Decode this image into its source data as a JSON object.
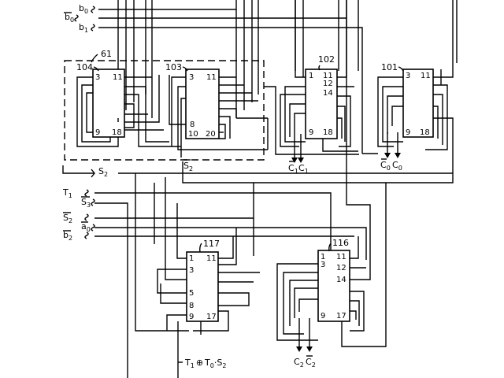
{
  "inputs": {
    "b0": {
      "letter": "b",
      "sub": "0"
    },
    "b0_bar": {
      "letter": "b",
      "sub": "0"
    },
    "b1": {
      "letter": "b",
      "sub": "1"
    },
    "t1": {
      "letter": "T",
      "sub": "1"
    },
    "s3_bar": {
      "letter": "S",
      "sub": "3"
    },
    "s2_bar": {
      "letter": "S",
      "sub": "2"
    },
    "a0_bar": {
      "letter": "a",
      "sub": "0"
    },
    "b2_bar": {
      "letter": "b",
      "sub": "2"
    }
  },
  "group": {
    "ref": "61"
  },
  "bus_labels": {
    "s2": {
      "letter": "S",
      "sub": "2"
    },
    "s2_bar": {
      "letter": "S",
      "sub": "2"
    }
  },
  "chips": {
    "c104": {
      "ref": "104",
      "pins": [
        "3",
        "11",
        "9",
        "18"
      ]
    },
    "c103": {
      "ref": "103",
      "pins": [
        "3",
        "11",
        "8",
        "10",
        "20"
      ]
    },
    "c102": {
      "ref": "102",
      "pins": [
        "1",
        "11",
        "12",
        "14",
        "9",
        "18"
      ]
    },
    "c101": {
      "ref": "101",
      "pins": [
        "3",
        "11",
        "9",
        "18"
      ]
    },
    "c117": {
      "ref": "117",
      "pins": [
        "1",
        "11",
        "3",
        "5",
        "8",
        "9",
        "17"
      ]
    },
    "c116": {
      "ref": "116",
      "pins": [
        "1",
        "11",
        "12",
        "3",
        "14",
        "9",
        "17"
      ]
    }
  },
  "outputs": {
    "c1_bar": {
      "letter": "C",
      "sub": "1"
    },
    "c1": {
      "letter": "C",
      "sub": "1"
    },
    "c0_bar": {
      "letter": "C",
      "sub": "0"
    },
    "c0": {
      "letter": "C",
      "sub": "0"
    },
    "c2": {
      "letter": "C",
      "sub": "2"
    },
    "c2_bar": {
      "letter": "C",
      "sub": "2"
    },
    "expr": {
      "t": "T",
      "t_sub": "1",
      "op": "⊕",
      "t0": "T",
      "t0_sub": "0",
      "dot": "·",
      "s": "S",
      "s_sub": "2"
    }
  }
}
